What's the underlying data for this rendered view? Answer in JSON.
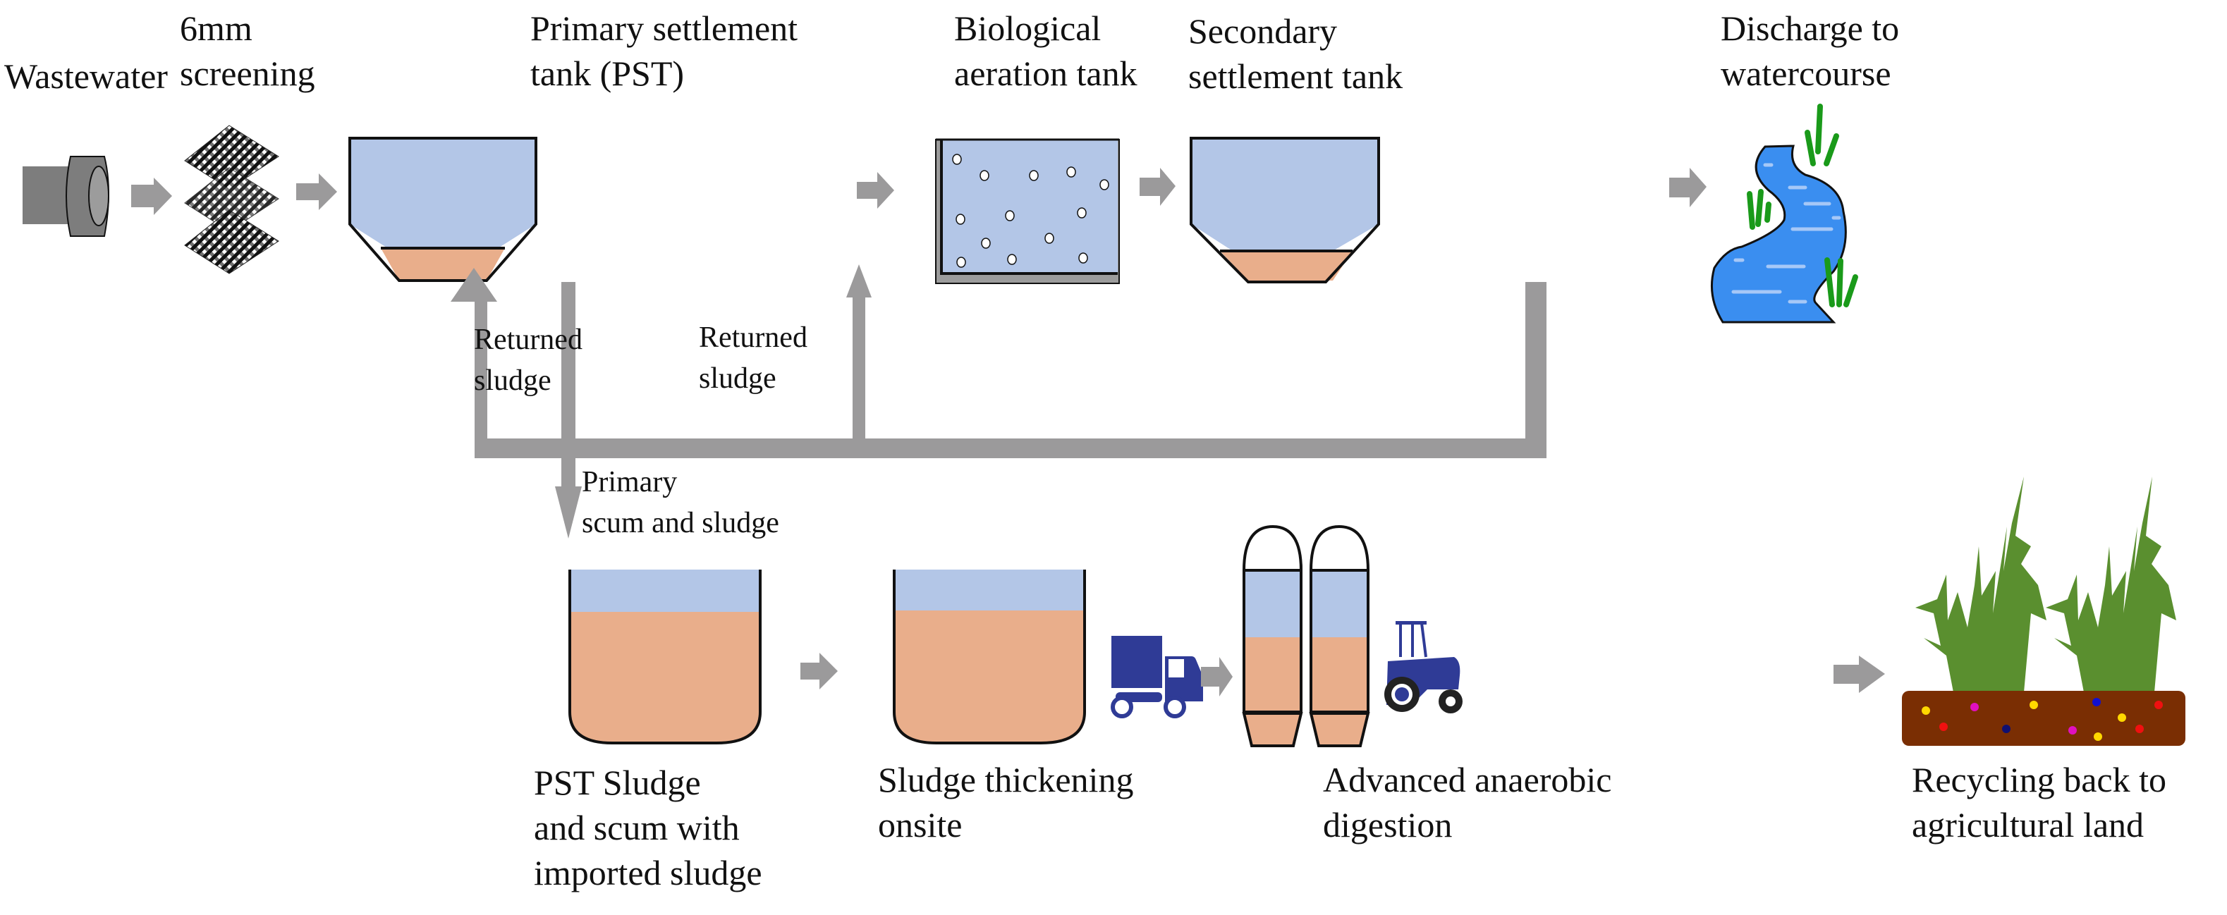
{
  "colors": {
    "water": "#b3c6e7",
    "sludge": "#e9ae8b",
    "arrow": "#9b9a9b",
    "river": "#3a8ef0",
    "grass": "#1a9a1a",
    "vehicle": "#2f3b96",
    "soil": "#7a2e03",
    "crop": "#5a8f2f",
    "pipe": "#7d7d7d"
  },
  "top_row": {
    "wastewater": {
      "lines": [
        "Wastewater"
      ],
      "icon": "pipe-icon"
    },
    "screening": {
      "lines": [
        "6mm",
        "screening"
      ],
      "icon": "mesh-screen-icon"
    },
    "primary_tank": {
      "lines": [
        "Primary settlement",
        "tank (PST)"
      ],
      "icon": "settlement-tank-icon"
    },
    "aeration_tank": {
      "lines": [
        "Biological",
        "aeration tank"
      ],
      "icon": "aeration-tank-icon"
    },
    "secondary_tank": {
      "lines": [
        "Secondary",
        "settlement tank"
      ],
      "icon": "settlement-tank-icon"
    },
    "discharge": {
      "lines": [
        "Discharge to",
        "watercourse"
      ],
      "icon": "river-icon"
    }
  },
  "flow_labels": {
    "returned_sludge_1": [
      "Returned",
      "sludge"
    ],
    "returned_sludge_2": [
      "Returned",
      "sludge"
    ],
    "primary_scum": [
      "Primary",
      "scum and sludge"
    ]
  },
  "bottom_row": {
    "pst_sludge": {
      "lines": [
        "PST Sludge",
        "and scum with",
        "imported sludge"
      ],
      "icon": "sludge-tank-icon"
    },
    "thickening": {
      "lines": [
        "Sludge thickening",
        "onsite"
      ],
      "icon": "thickening-tank-icon"
    },
    "transport": {
      "icon": "truck-icon"
    },
    "digestion": {
      "lines": [
        "Advanced anaerobic",
        "digestion"
      ],
      "icon": "digester-icon"
    },
    "spreading": {
      "icon": "tractor-icon"
    },
    "recycling": {
      "lines": [
        "Recycling back to",
        "agricultural land"
      ],
      "icon": "crops-icon"
    }
  }
}
